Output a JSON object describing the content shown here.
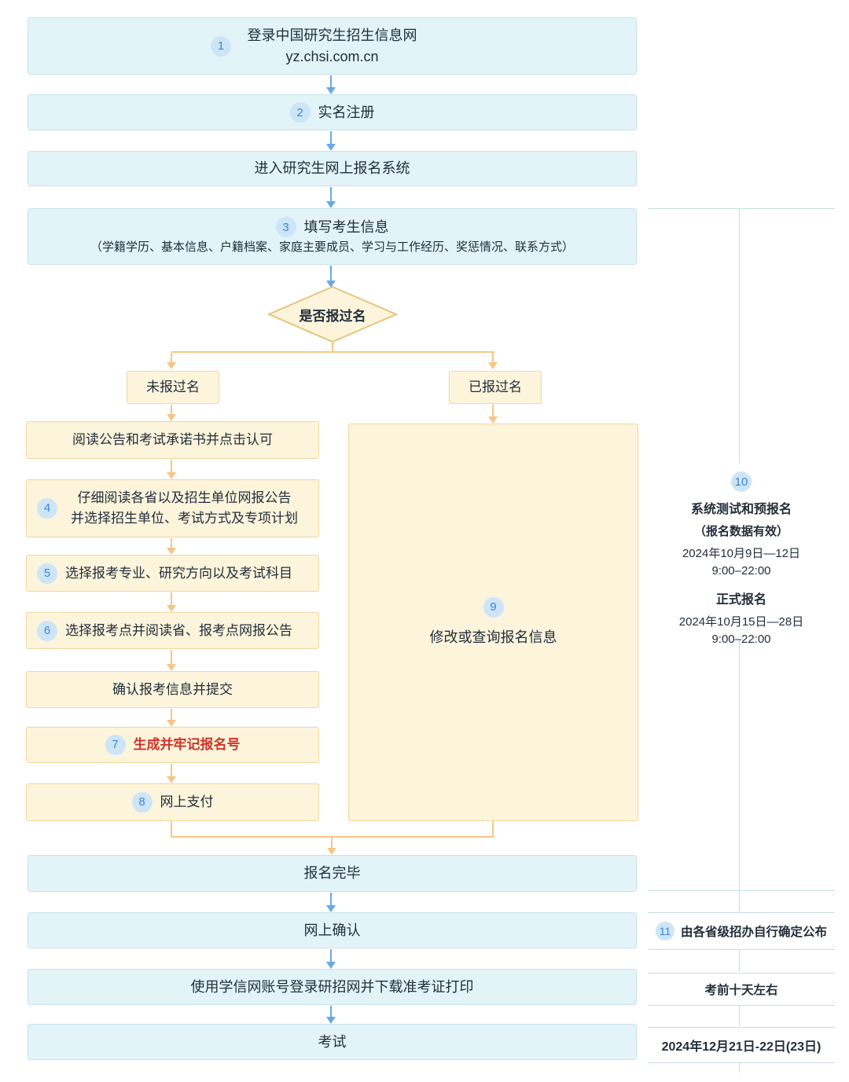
{
  "colors": {
    "blue_box_bg": "#e3f4f9",
    "blue_box_border": "#c9e2ec",
    "cream_box_bg": "#fdf4dc",
    "cream_box_border": "#eed7a0",
    "blue_arrow": "#69a9e4",
    "orange_arrow": "#f5c685",
    "badge_bg": "#cde5f7",
    "badge_text": "#3f86cf",
    "red_text": "#cf3429",
    "dark_text": "#222e3a",
    "timeline_line": "#c5dde7"
  },
  "flow": {
    "step1": {
      "num": "1",
      "line1": "登录中国研究生招生信息网",
      "line2": "yz.chsi.com.cn"
    },
    "step2": {
      "num": "2",
      "label": "实名注册"
    },
    "step3": {
      "label": "进入研究生网上报名系统"
    },
    "step4": {
      "num": "3",
      "line1": "填写考生信息",
      "line2": "（学籍学历、基本信息、户籍档案、家庭主要成员、学习与工作经历、奖惩情况、联系方式）"
    },
    "decision": {
      "label": "是否报过名"
    },
    "branch_left": {
      "label": "未报过名"
    },
    "branch_right": {
      "label": "已报过名"
    },
    "left_steps": {
      "s1": {
        "label": "阅读公告和考试承诺书并点击认可"
      },
      "s2": {
        "num": "4",
        "line1": "仔细阅读各省以及招生单位网报公告",
        "line2": "并选择招生单位、考试方式及专项计划"
      },
      "s3": {
        "num": "5",
        "label": "选择报考专业、研究方向以及考试科目"
      },
      "s4": {
        "num": "6",
        "label": "选择报考点并阅读省、报考点网报公告"
      },
      "s5": {
        "label": "确认报考信息并提交"
      },
      "s6": {
        "num": "7",
        "label": "生成并牢记报名号"
      },
      "s7": {
        "num": "8",
        "label": "网上支付"
      }
    },
    "right_step": {
      "num": "9",
      "label": "修改或查询报名信息"
    },
    "end1": {
      "label": "报名完毕"
    },
    "end2": {
      "label": "网上确认"
    },
    "end3": {
      "label": "使用学信网账号登录研招网并下载准考证打印"
    },
    "end4": {
      "label": "考试"
    }
  },
  "timeline": {
    "block10": {
      "num": "10",
      "title1": "系统测试和预报名",
      "subtitle1": "（报名数据有效）",
      "date1": "2024年10月9日—12日",
      "time1": "9:00–22:00",
      "title2": "正式报名",
      "date2": "2024年10月15日—28日",
      "time2": "9:00–22:00"
    },
    "row11": {
      "num": "11",
      "label": "由各省级招办自行确定公布"
    },
    "row12": {
      "label": "考前十天左右"
    },
    "row13": {
      "label": "2024年12月21日-22日(23日)"
    }
  }
}
